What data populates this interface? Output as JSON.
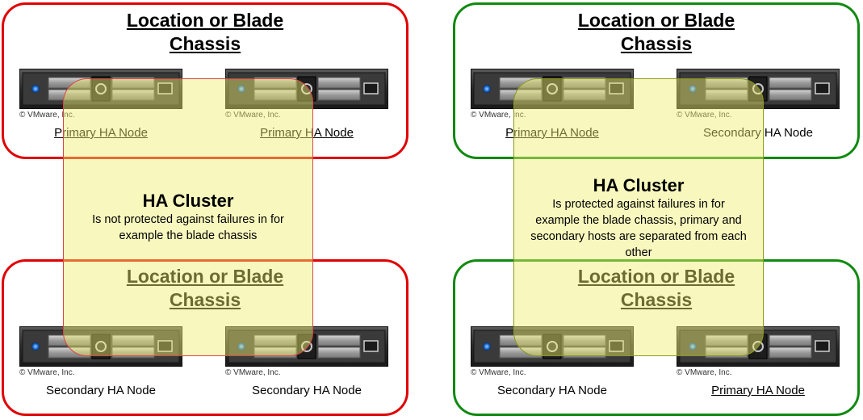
{
  "left": {
    "top_box": {
      "title_line1": "Location or Blade",
      "title_line2": "Chassis",
      "node1_label": "Primary HA Node",
      "node2_label": "Primary HA Node"
    },
    "bottom_box": {
      "title_line1": "Location or Blade",
      "title_line2": "Chassis",
      "node1_label": "Secondary HA Node",
      "node2_label": "Secondary HA Node"
    },
    "cluster": {
      "title": "HA Cluster",
      "desc_line1": "Is not protected against failures in for",
      "desc_line2": "example the blade chassis"
    },
    "border_color": "#e00000"
  },
  "right": {
    "top_box": {
      "title_line1": "Location or Blade",
      "title_line2": "Chassis",
      "node1_label": "Primary HA Node",
      "node2_label": "Secondary HA Node"
    },
    "bottom_box": {
      "title_line1": "Location or Blade",
      "title_line2": "Chassis",
      "node1_label": "Secondary HA Node",
      "node2_label": "Primary HA Node"
    },
    "cluster": {
      "title": "HA Cluster",
      "desc_line1": "Is protected against failures in for",
      "desc_line2": "example the blade chassis, primary and",
      "desc_line3": "secondary hosts are separated from each",
      "desc_line4": "other"
    },
    "border_color": "#108a10"
  },
  "server_copyright": "© VMware, Inc.",
  "overlay_color": "#f0f06e"
}
